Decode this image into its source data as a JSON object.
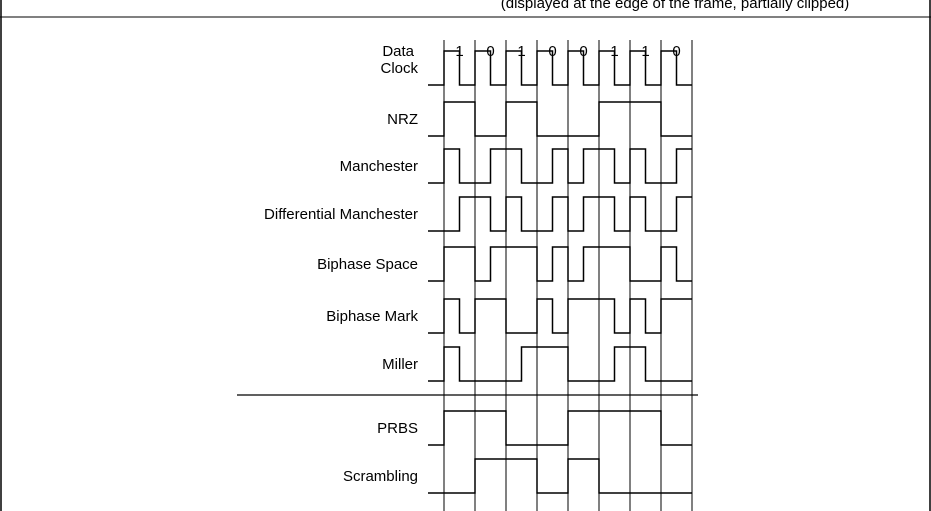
{
  "header_partial": "(displayed at the edge of the frame, partially clipped)",
  "data_label": "Data",
  "data_bits": [
    "1",
    "0",
    "1",
    "0",
    "0",
    "1",
    "1",
    "0"
  ],
  "signals": [
    {
      "label": "Clock",
      "levels": [
        1,
        0,
        1,
        0,
        1,
        0,
        1,
        0,
        1,
        0,
        1,
        0,
        1,
        0,
        1,
        0
      ]
    },
    {
      "label": "NRZ",
      "levels": [
        1,
        1,
        0,
        0,
        1,
        1,
        0,
        0,
        0,
        0,
        1,
        1,
        1,
        1,
        0,
        0
      ]
    },
    {
      "label": "Manchester",
      "levels": [
        1,
        0,
        0,
        1,
        1,
        0,
        0,
        1,
        0,
        1,
        1,
        0,
        1,
        0,
        0,
        1
      ]
    },
    {
      "label": "Differential Manchester",
      "levels": [
        0,
        1,
        1,
        0,
        1,
        0,
        0,
        1,
        0,
        1,
        1,
        0,
        1,
        0,
        0,
        1
      ]
    },
    {
      "label": "Biphase Space",
      "levels": [
        1,
        1,
        0,
        1,
        1,
        1,
        0,
        1,
        0,
        1,
        1,
        1,
        0,
        0,
        1,
        0
      ]
    },
    {
      "label": "Biphase Mark",
      "levels": [
        1,
        0,
        1,
        1,
        0,
        0,
        1,
        0,
        1,
        1,
        1,
        0,
        1,
        0,
        1,
        1
      ]
    },
    {
      "label": "Miller",
      "levels": [
        1,
        0,
        0,
        0,
        0,
        1,
        1,
        1,
        0,
        0,
        0,
        1,
        1,
        0,
        0,
        0
      ]
    }
  ],
  "separated_signals": [
    {
      "label": "PRBS",
      "levels": [
        1,
        1,
        1,
        1,
        0,
        0,
        0,
        0,
        1,
        1,
        1,
        1,
        1,
        1,
        0,
        0
      ]
    },
    {
      "label": "Scrambling",
      "levels": [
        0,
        0,
        1,
        1,
        1,
        1,
        0,
        0,
        1,
        1,
        0,
        0,
        0,
        0,
        0,
        0
      ]
    }
  ],
  "colors": {
    "line": "#000000",
    "background": "#ffffff"
  }
}
